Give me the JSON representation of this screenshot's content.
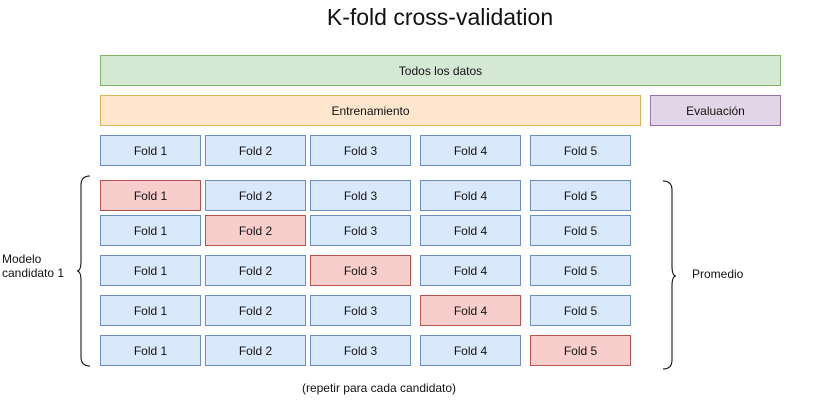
{
  "title": "K-fold cross-validation",
  "all_data_label": "Todos los datos",
  "training_label": "Entrenamiento",
  "evaluation_label": "Evaluación",
  "header_folds": [
    "Fold 1",
    "Fold 2",
    "Fold 3",
    "Fold 4",
    "Fold 5"
  ],
  "split_rows": [
    {
      "folds": [
        "Fold 1",
        "Fold 2",
        "Fold 3",
        "Fold 4",
        "Fold 5"
      ],
      "validation_fold": 1
    },
    {
      "folds": [
        "Fold 1",
        "Fold 2",
        "Fold 3",
        "Fold 4",
        "Fold 5"
      ],
      "validation_fold": 2
    },
    {
      "folds": [
        "Fold 1",
        "Fold 2",
        "Fold 3",
        "Fold 4",
        "Fold 5"
      ],
      "validation_fold": 3
    },
    {
      "folds": [
        "Fold 1",
        "Fold 2",
        "Fold 3",
        "Fold 4",
        "Fold 5"
      ],
      "validation_fold": 4
    },
    {
      "folds": [
        "Fold 1",
        "Fold 2",
        "Fold 3",
        "Fold 4",
        "Fold 5"
      ],
      "validation_fold": 5
    }
  ],
  "left_brace_label": "Modelo candidato 1",
  "right_brace_label": "Promedio",
  "footer_note": "(repetir para cada candidato)",
  "colors": {
    "all_data": "#d5e8d4",
    "training": "#ffe6cc",
    "evaluation": "#e1d5e7",
    "fold": "#dae8fc",
    "validation_fold": "#f8cecc"
  }
}
